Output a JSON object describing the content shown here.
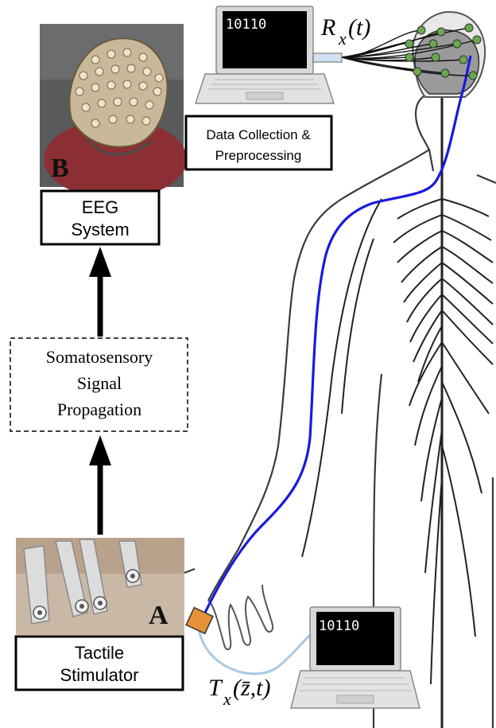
{
  "photos": {
    "eeg_label": "B",
    "stimulator_label": "A"
  },
  "boxes": {
    "eeg_line1": "EEG",
    "eeg_line2": "System",
    "propagation_line1": "Somatosensory",
    "propagation_line2": "Signal",
    "propagation_line3": "Propagation",
    "stimulator_line1": "Tactile",
    "stimulator_line2": "Stimulator",
    "collection_line1": "Data Collection &",
    "collection_line2": "Preprocessing"
  },
  "laptops": {
    "top_screen": "10110",
    "bottom_screen": "10110"
  },
  "signals": {
    "received_main": "R",
    "received_sub": "x",
    "received_args": "(t)",
    "transmitted_main": "T",
    "transmitted_sub": "x",
    "transmitted_args": "(z̄,t)"
  },
  "colors": {
    "nerve_path": "#1a1adf",
    "cable": "#a9c8e3",
    "electrode": "#6aa84f",
    "stimulator_pad": "#e69138"
  }
}
